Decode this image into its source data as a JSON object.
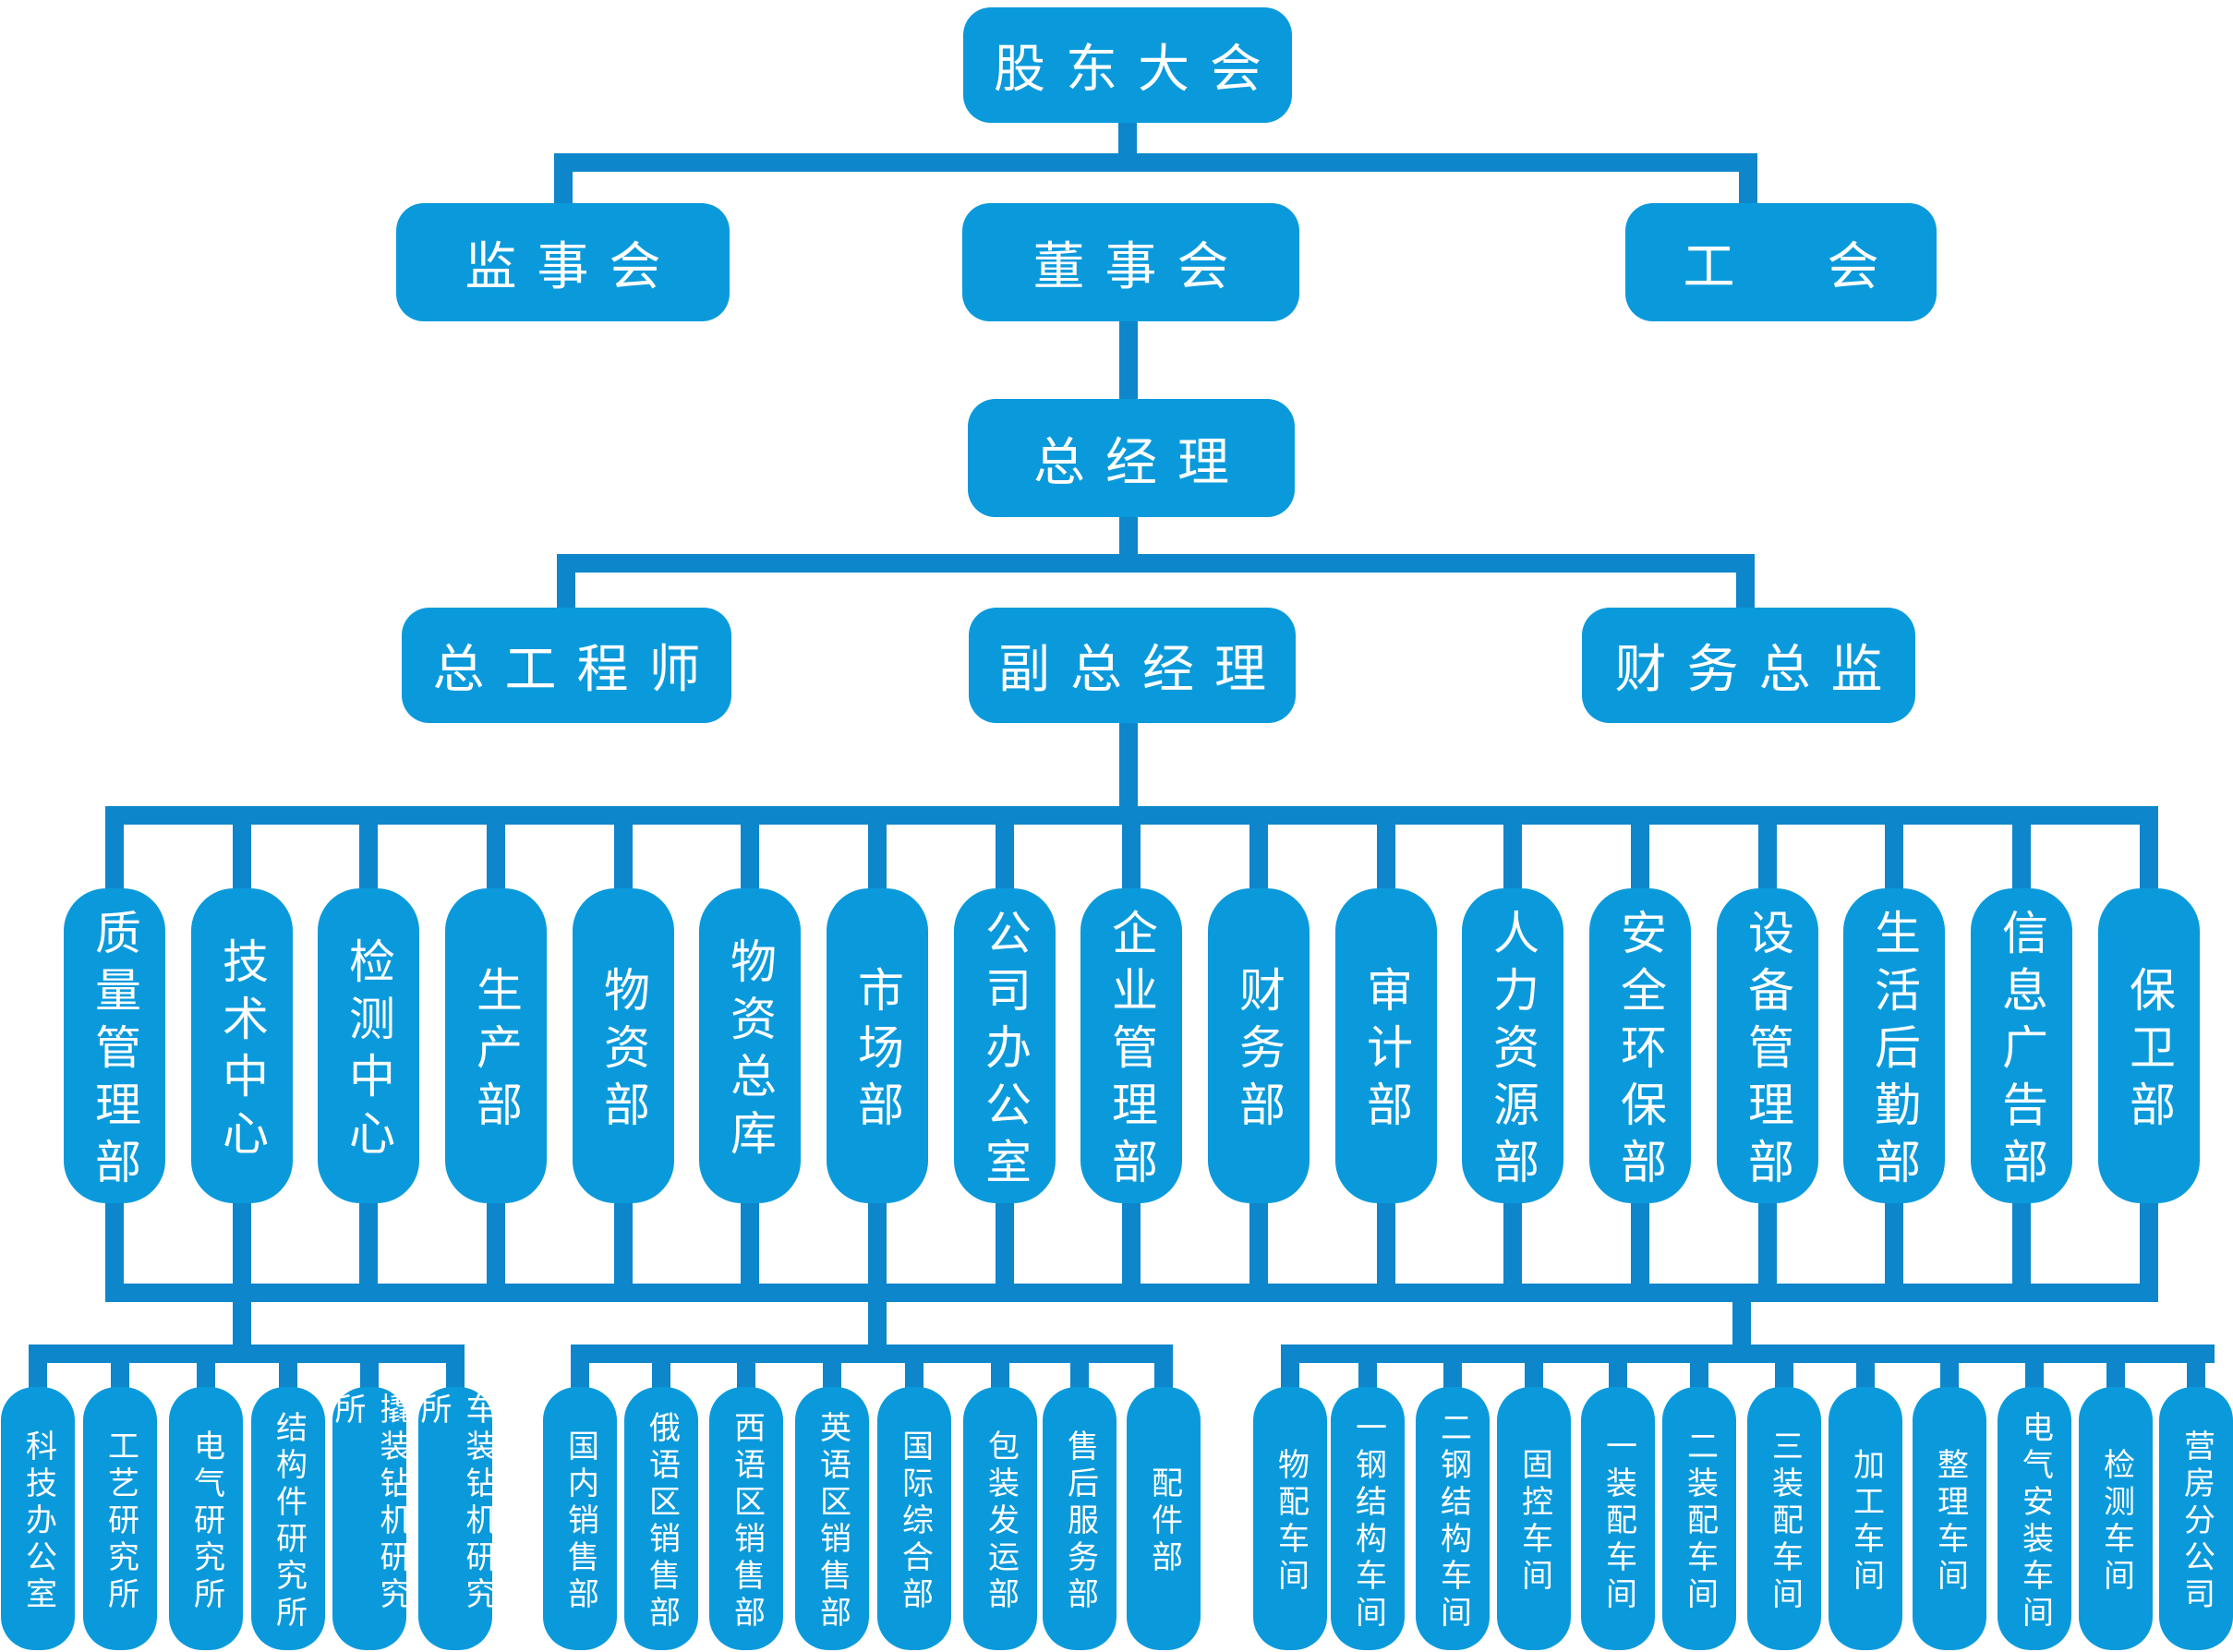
{
  "colors": {
    "background": "#ffffff",
    "box_fill": "#0a9adc",
    "connector": "#0d86cb",
    "text": "#ffffff"
  },
  "org": {
    "root": "股东大会",
    "level2": [
      "监事会",
      "董事会",
      "工　会"
    ],
    "general_manager": "总经理",
    "level4": [
      "总工程师",
      "副总经理",
      "财务总监"
    ],
    "departments": [
      "质量管理部",
      "技术中心",
      "检测中心",
      "生产部",
      "物资部",
      "物资总库",
      "市场部",
      "公司办公室",
      "企业管理部",
      "财务部",
      "审计部",
      "人力资源部",
      "安全环保部",
      "设备管理部",
      "生活后勤部",
      "信息广告部",
      "保卫部"
    ],
    "groups": [
      {
        "children": [
          "科技办公室",
          "工艺研究所",
          "电气研究所",
          "结构件研究所",
          "撬装钻机研究所",
          "车装钻机研究所"
        ]
      },
      {
        "children": [
          "国内销售部",
          "俄语区销售部",
          "西语区销售部",
          "英语区销售部",
          "国际综合部",
          "包装发运部",
          "售后服务部",
          "配件部"
        ]
      },
      {
        "children": [
          "物配车间",
          "一钢结构车间",
          "二钢结构车间",
          "固控车间",
          "一装配车间",
          "二装配车间",
          "三装配车间",
          "加工车间",
          "整理车间",
          "电气安装车间",
          "检测车间",
          "营房分公司"
        ]
      }
    ]
  }
}
